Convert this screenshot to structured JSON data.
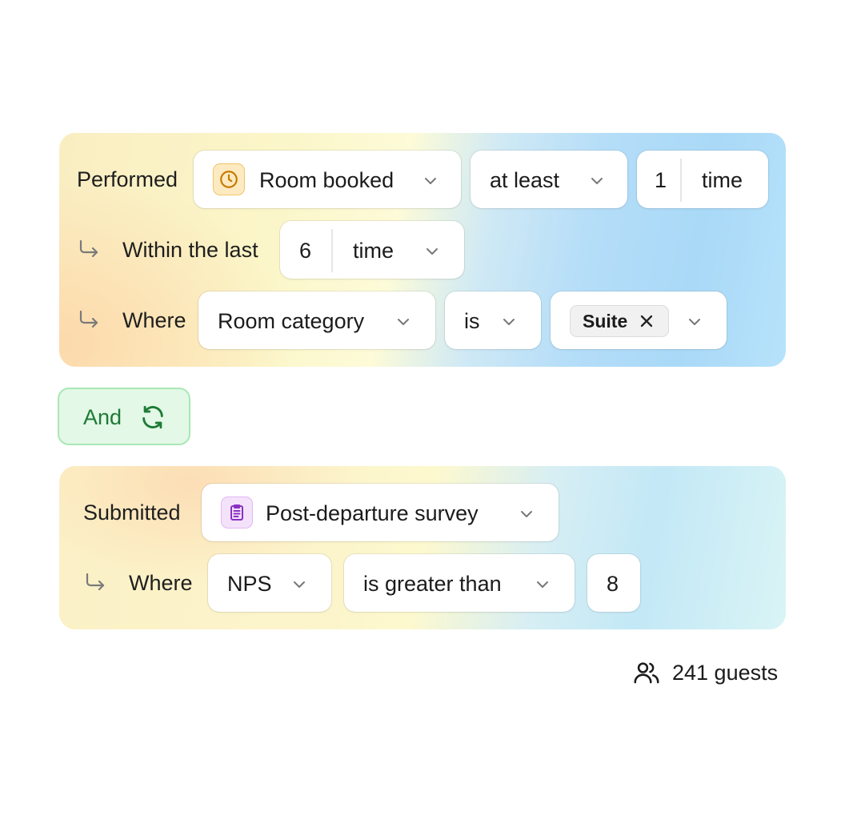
{
  "rule1": {
    "performed_label": "Performed",
    "event": {
      "label": "Room booked",
      "icon": "clock-icon",
      "icon_color": "#c57a00",
      "icon_bg": "#fdeac1"
    },
    "frequency_operator": "at least",
    "count": "1",
    "count_unit": "time",
    "within_label": "Within the last",
    "within_value": "6",
    "within_unit": "time",
    "where_label": "Where",
    "property": "Room category",
    "operator": "is",
    "value_chip": "Suite"
  },
  "connector": {
    "label": "And",
    "icon": "refresh-icon",
    "color": "#1e7a36"
  },
  "rule2": {
    "submitted_label": "Submitted",
    "event": {
      "label": "Post-departure survey",
      "icon": "clipboard-icon",
      "icon_color": "#8a2fc4",
      "icon_bg": "#f4e2fb"
    },
    "where_label": "Where",
    "property": "NPS",
    "operator": "is greater than",
    "value": "8"
  },
  "result": {
    "label": "241 guests",
    "icon": "users-icon"
  }
}
